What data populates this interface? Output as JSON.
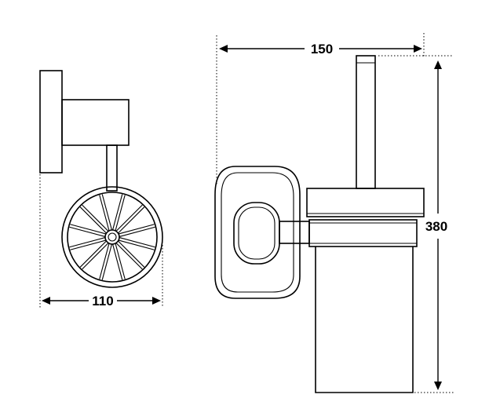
{
  "dimensions": {
    "width_side": "110",
    "width_front": "150",
    "height_front": "380"
  },
  "colors": {
    "line": "#000000",
    "background": "#ffffff"
  }
}
